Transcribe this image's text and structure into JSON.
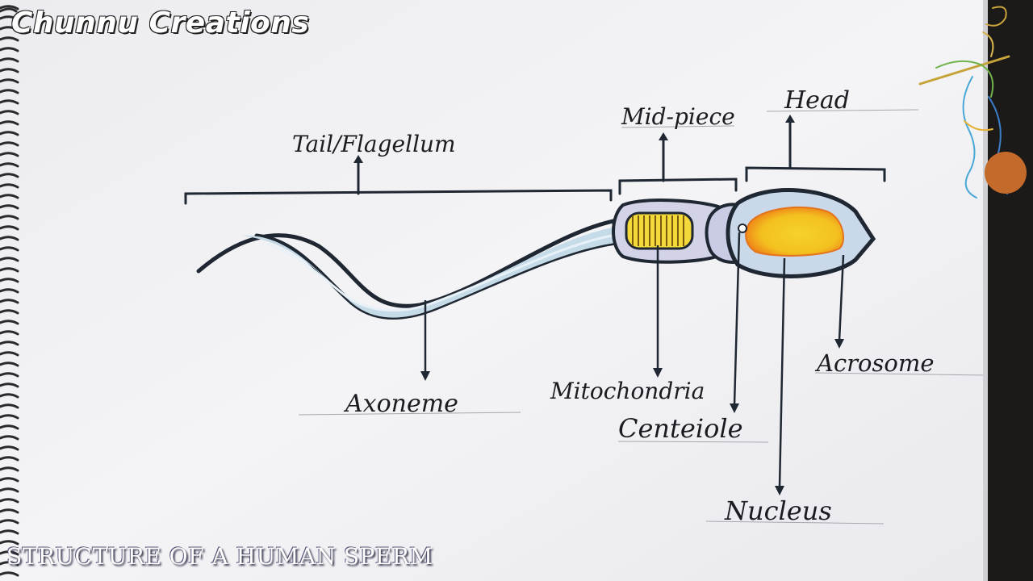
{
  "brand": "Chunnu Creations",
  "caption": "STRUCTURE OF A HUMAN SPERM",
  "labels": {
    "tail": "Tail/Flagellum",
    "midpiece": "Mid-piece",
    "head": "Head",
    "axoneme": "Axoneme",
    "mitochondria": "Mitochondria",
    "centriole": "Centeiole",
    "nucleus": "Nucleus",
    "acrosome": "Acrosome"
  },
  "colors": {
    "paper": "#f1f1f3",
    "tail_fill": "#c6dbe8",
    "mitochondria_fill": "#f3d93a",
    "nucleus_fill": "#f7cf1e",
    "nucleus_edge": "#f28a1c",
    "head_fill": "#c9d9ea"
  }
}
